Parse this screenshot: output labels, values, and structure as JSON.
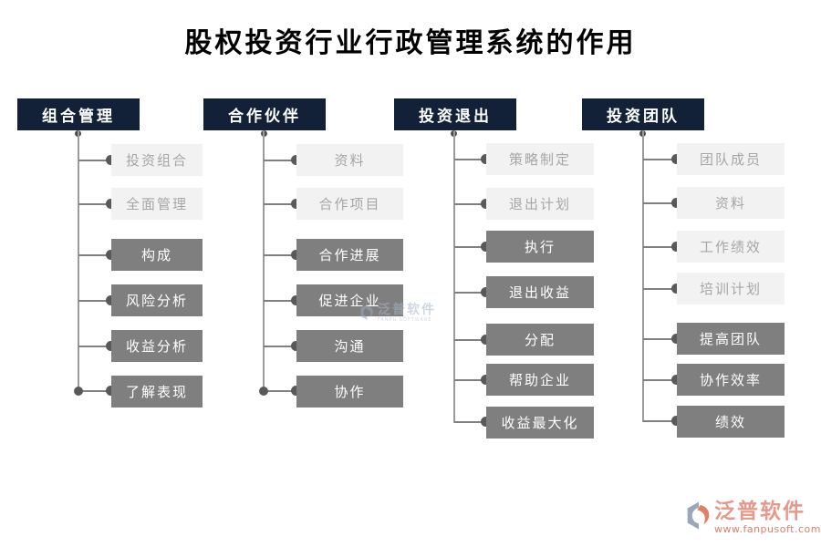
{
  "title": "股权投资行业行政管理系统的作用",
  "columns": [
    {
      "header": "组合管理",
      "items": [
        {
          "label": "投资组合",
          "variant": "light"
        },
        {
          "label": "全面管理",
          "variant": "light"
        },
        {
          "label": "构成",
          "variant": "dark"
        },
        {
          "label": "风险分析",
          "variant": "dark"
        },
        {
          "label": "收益分析",
          "variant": "dark"
        },
        {
          "label": "了解表现",
          "variant": "dark"
        }
      ]
    },
    {
      "header": "合作伙伴",
      "items": [
        {
          "label": "资料",
          "variant": "light"
        },
        {
          "label": "合作项目",
          "variant": "light"
        },
        {
          "label": "合作进展",
          "variant": "dark"
        },
        {
          "label": "促进企业",
          "variant": "dark"
        },
        {
          "label": "沟通",
          "variant": "dark"
        },
        {
          "label": "协作",
          "variant": "dark"
        }
      ]
    },
    {
      "header": "投资退出",
      "items": [
        {
          "label": "策略制定",
          "variant": "light"
        },
        {
          "label": "退出计划",
          "variant": "light"
        },
        {
          "label": "执行",
          "variant": "dark"
        },
        {
          "label": "退出收益",
          "variant": "dark"
        },
        {
          "label": "分配",
          "variant": "dark"
        },
        {
          "label": "帮助企业",
          "variant": "dark"
        },
        {
          "label": "收益最大化",
          "variant": "dark"
        }
      ]
    },
    {
      "header": "投资团队",
      "items": [
        {
          "label": "团队成员",
          "variant": "light"
        },
        {
          "label": "资料",
          "variant": "light"
        },
        {
          "label": "工作绩效",
          "variant": "light"
        },
        {
          "label": "培训计划",
          "variant": "light"
        },
        {
          "label": "提高团队",
          "variant": "dark"
        },
        {
          "label": "协作效率",
          "variant": "dark"
        },
        {
          "label": "绩效",
          "variant": "dark"
        }
      ]
    }
  ],
  "watermark": {
    "brand": "泛普软件",
    "sub": "FANPU SOFTWARE"
  },
  "footer_logo": {
    "brand": "泛普软件",
    "url": "www.fanpusoft.com"
  },
  "colors": {
    "header_bg": "#122138",
    "dark_item_bg": "#7f7f7f",
    "light_item_bg": "#f2f2f2",
    "light_item_text": "#a6a6a6",
    "line": "#808080",
    "dot": "#595959",
    "logo_coral": "#e6998a",
    "logo_url_red": "#d97f70",
    "watermark_blue": "#aab6c9"
  }
}
